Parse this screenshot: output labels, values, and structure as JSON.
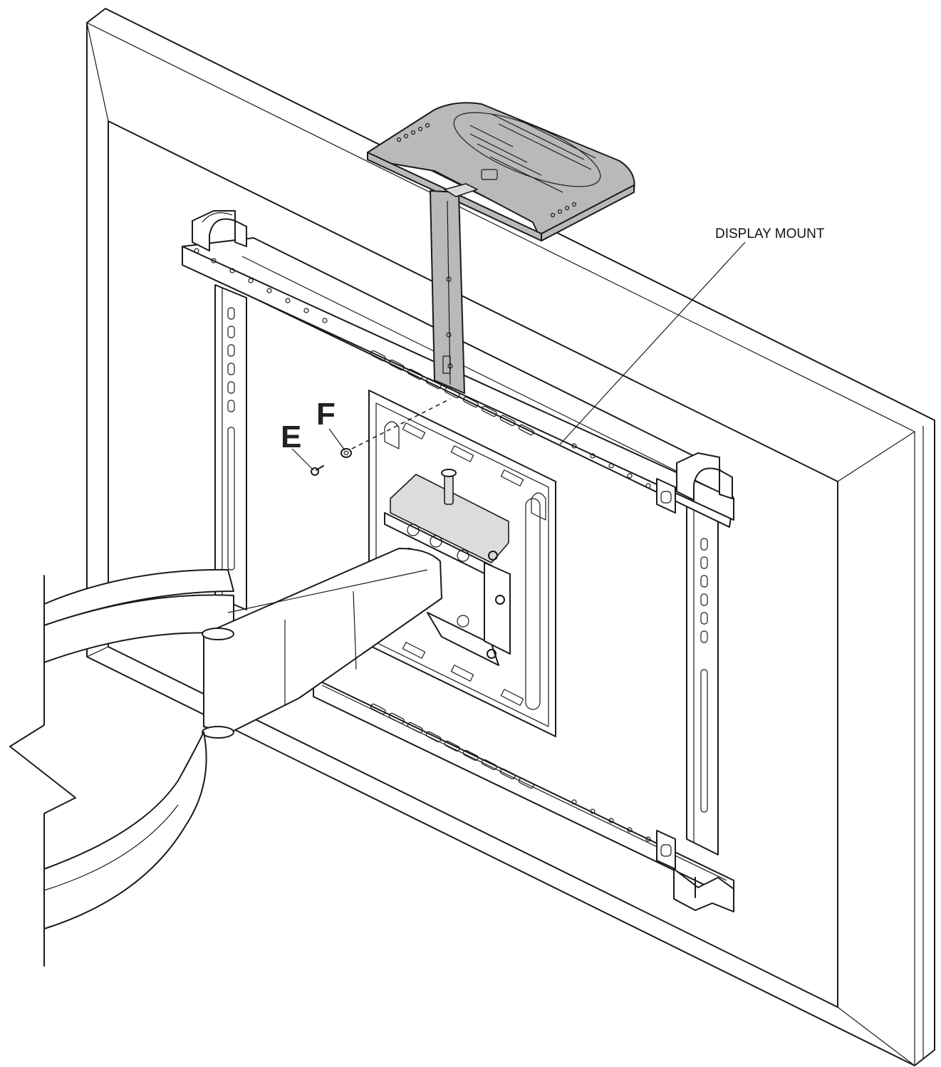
{
  "labels": {
    "part_e": "E",
    "part_f": "F",
    "display_mount": "DISPLAY MOUNT"
  },
  "colors": {
    "line": "#1a1a1a",
    "shelf": "#b9b9b9",
    "background": "#ffffff"
  }
}
